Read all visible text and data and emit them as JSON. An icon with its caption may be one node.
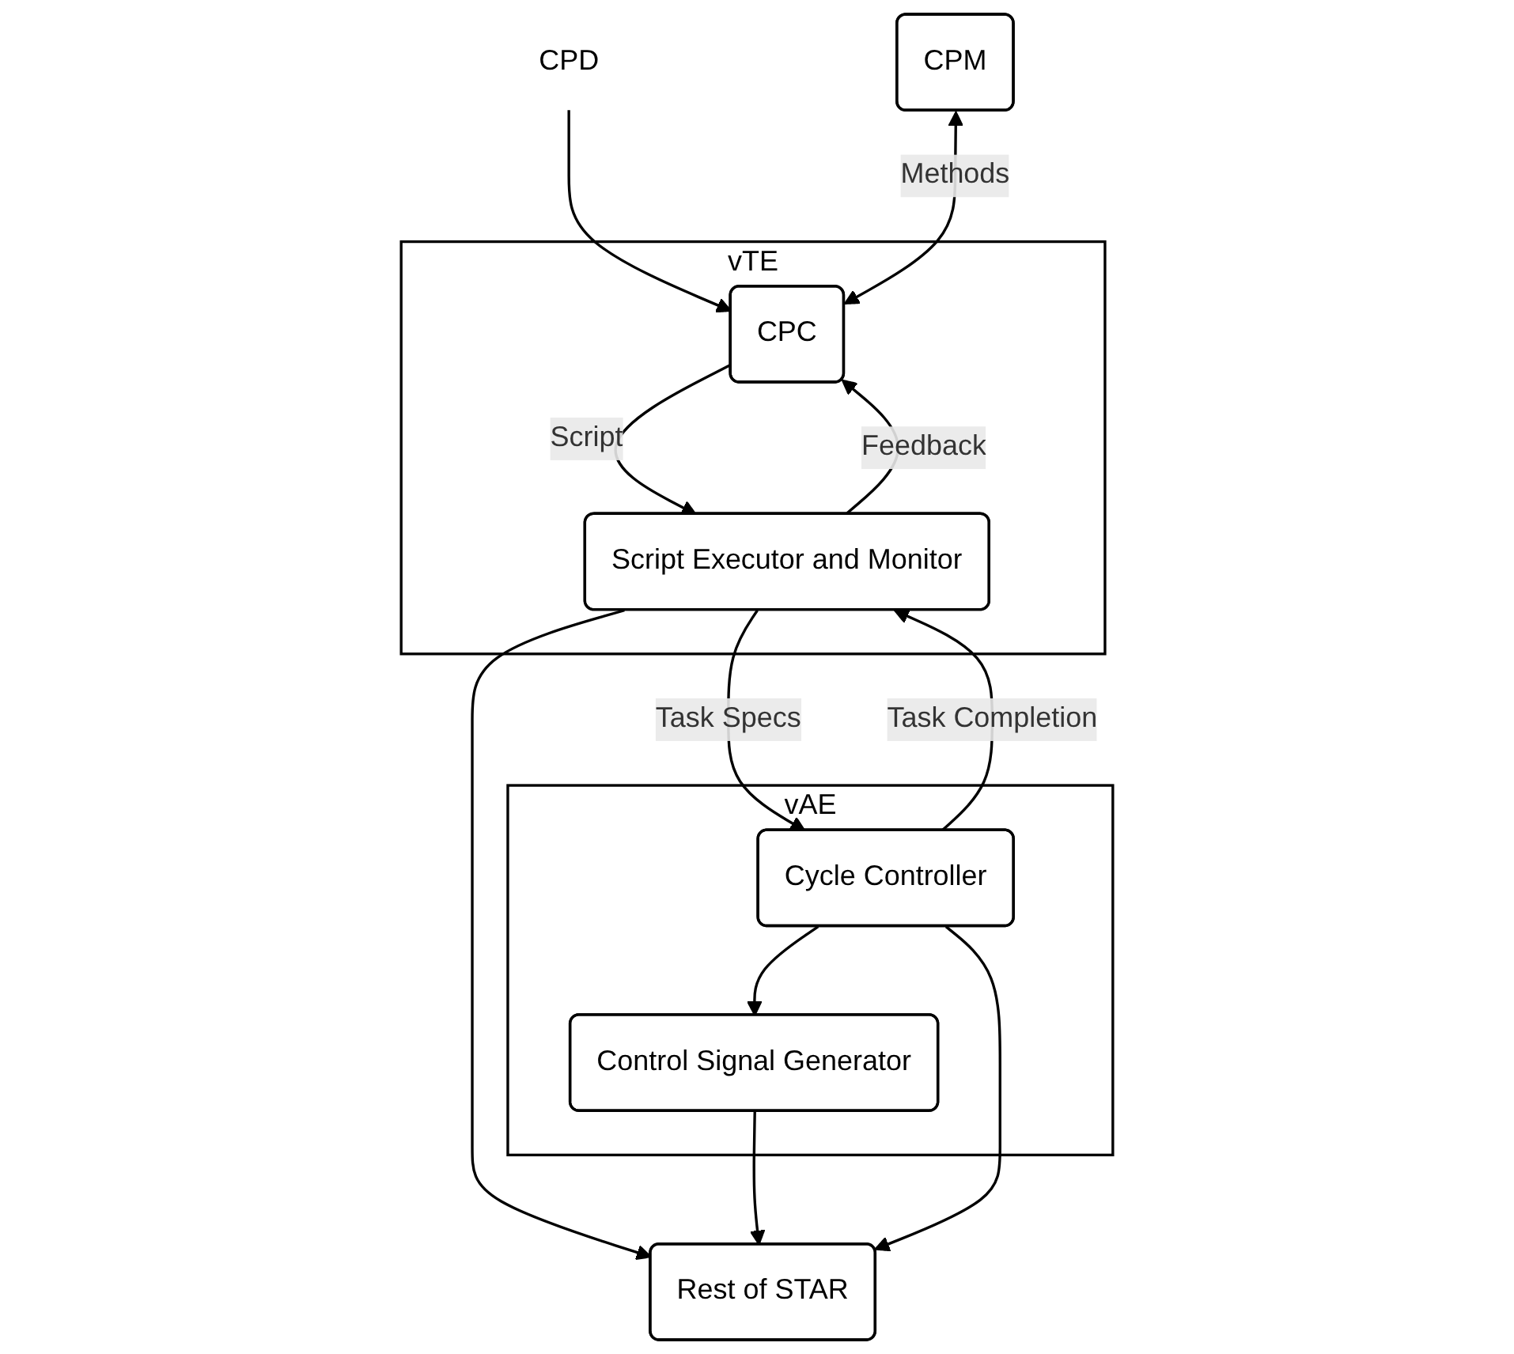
{
  "diagram": {
    "nodes": [
      {
        "text": [
          "CPM"
        ]
      },
      {
        "text": [
          "vTE"
        ]
      },
      {
        "text": [
          "CPC"
        ],
        "in": 1
      },
      {
        "text": [
          "Script Executor and Monitor"
        ],
        "in": 1
      },
      {
        "text": [
          "vAE"
        ]
      },
      {
        "text": [
          "Cycle Controller"
        ],
        "in": 4
      },
      {
        "text": [
          "Control Signal Generator"
        ],
        "in": 4
      },
      {
        "text": [
          "Rest of STAR"
        ]
      },
      {
        "text": [
          "CPD"
        ]
      }
    ],
    "edges": [
      {
        "from": 8,
        "to": 2,
        "arrow": "to"
      },
      {
        "from": 0,
        "to": 2,
        "arrow": "both",
        "label": "Methods"
      },
      {
        "from": 2,
        "to": 3,
        "arrow": "to",
        "label": "Script"
      },
      {
        "from": 3,
        "to": 2,
        "arrow": "to",
        "label": "Feedback"
      },
      {
        "from": 3,
        "to": 5,
        "arrow": "to",
        "label": "Task Specs"
      },
      {
        "from": 5,
        "to": 3,
        "arrow": "to",
        "label": "Task Completion"
      },
      {
        "from": 3,
        "to": 7,
        "arrow": "to"
      },
      {
        "from": 5,
        "to": 6,
        "arrow": "to"
      },
      {
        "from": 6,
        "to": 7,
        "arrow": "to"
      },
      {
        "from": 5,
        "to": 7,
        "arrow": "to"
      }
    ]
  }
}
